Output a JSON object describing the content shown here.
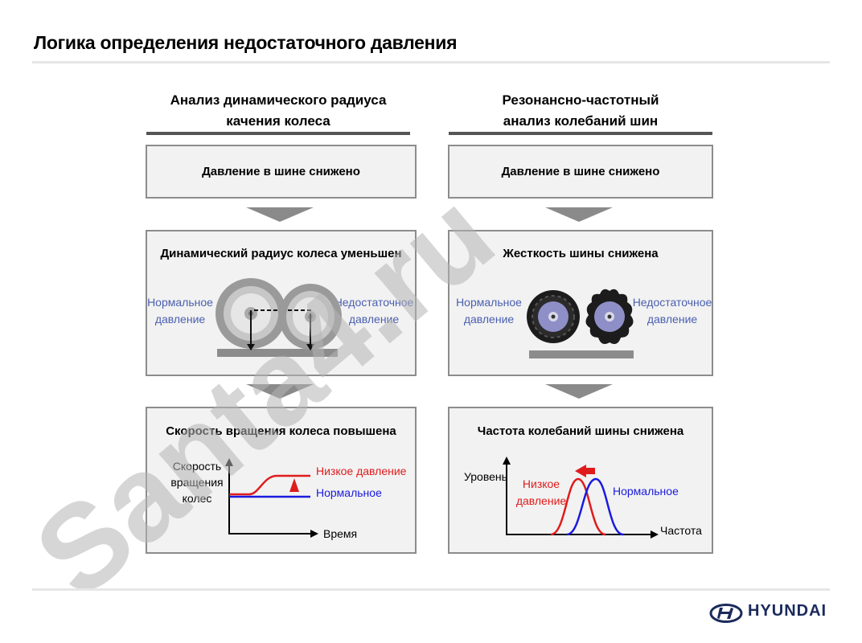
{
  "title": "Логика определения недостаточного давления",
  "left": {
    "heading_line1": "Анализ динамического радиуса",
    "heading_line2": "качения колеса",
    "box1": "Давление в шине снижено",
    "box2": "Динамический радиус колеса уменьшен",
    "normal_line1": "Нормальное",
    "normal_line2": "давление",
    "low_line1": "Недостаточное",
    "low_line2": "давление",
    "box3": "Скорость вращения колеса повышена",
    "chart_ylabel_line1": "Скорость",
    "chart_ylabel_line2": "вращения",
    "chart_ylabel_line3": "колес",
    "chart_xlabel": "Время",
    "legend_low": "Низкое давление",
    "legend_normal": "Нормальное"
  },
  "right": {
    "heading_line1": "Резонансно-частотный",
    "heading_line2": "анализ колебаний шин",
    "box1": "Давление в шине снижено",
    "box2": "Жесткость шины снижена",
    "normal_line1": "Нормальное",
    "normal_line2": "давление",
    "low_line1": "Недостаточное",
    "low_line2": "давление",
    "box3": "Частота колебаний шины снижена",
    "chart_ylabel": "Уровень",
    "chart_xlabel": "Частота",
    "legend_low_line1": "Низкое",
    "legend_low_line2": "давление",
    "legend_normal": "Нормальное"
  },
  "watermark": "Santa4.ru",
  "brand": "HYUNDAI",
  "colors": {
    "low": "#e01b1b",
    "normal": "#1a1adf",
    "side_text": "#4a5fb0",
    "brand": "#1a2a5c"
  }
}
